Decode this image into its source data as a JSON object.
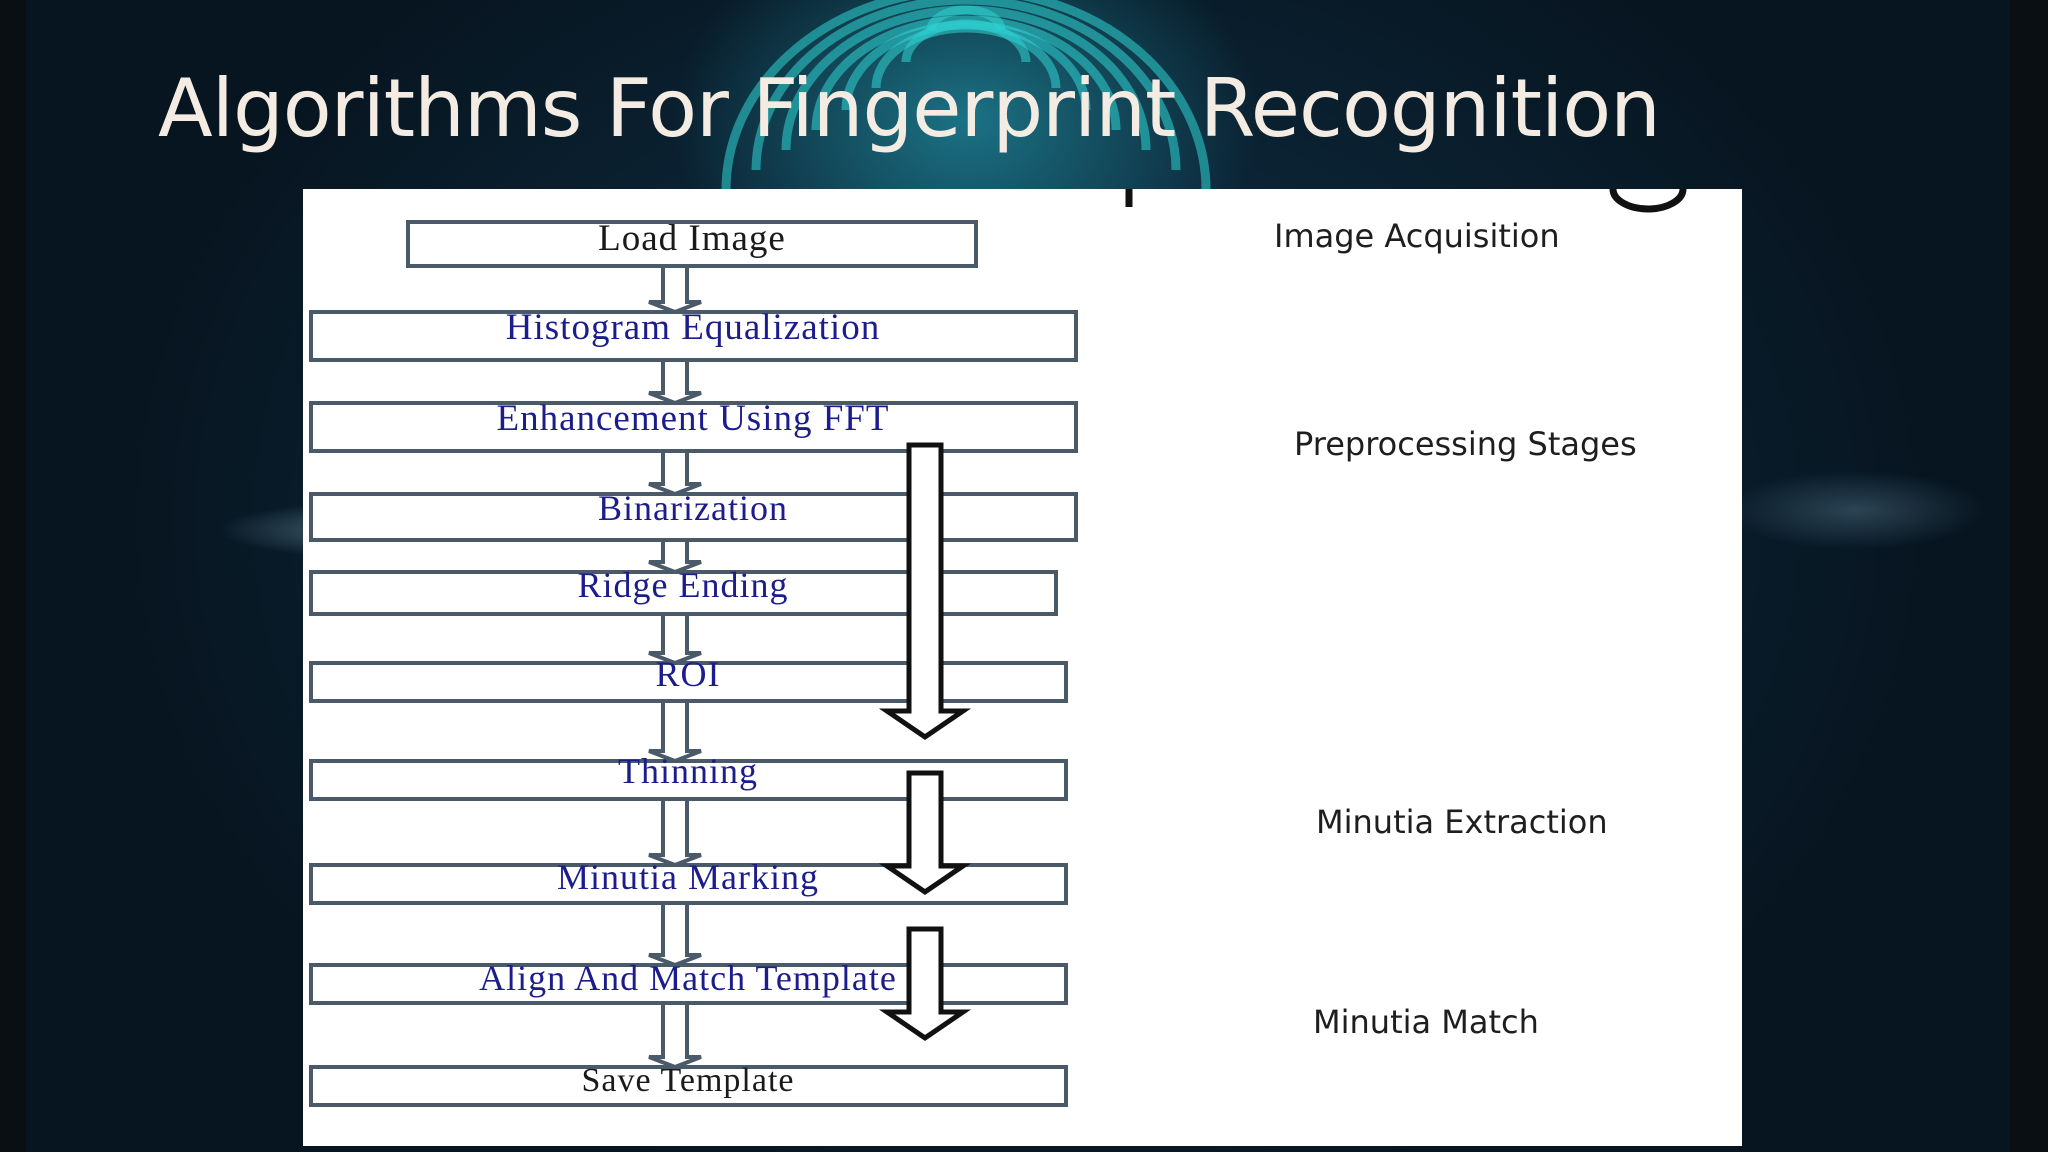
{
  "slide": {
    "title": "Algorithms For Fingerprint Recognition"
  },
  "flowchart": {
    "steps": [
      {
        "label": "Load Image",
        "color": "#1a1a1a"
      },
      {
        "label": "Histogram Equalization",
        "color": "#1c1c8c"
      },
      {
        "label": "Enhancement Using FFT",
        "color": "#1c1c8c"
      },
      {
        "label": "Binarization",
        "color": "#1c1c8c"
      },
      {
        "label": "Ridge Ending",
        "color": "#1c1c8c"
      },
      {
        "label": "ROI",
        "color": "#1c1c8c"
      },
      {
        "label": "Thinning",
        "color": "#1c1c8c"
      },
      {
        "label": "Minutia Marking",
        "color": "#1c1c8c"
      },
      {
        "label": "Align And Match Template",
        "color": "#1c1c8c"
      },
      {
        "label": "Save Template",
        "color": "#1a1a1a"
      }
    ],
    "stages": [
      {
        "label": "Image Acquisition"
      },
      {
        "label": "Preprocessing Stages"
      },
      {
        "label": "Minutia Extraction"
      },
      {
        "label": "Minutia Match"
      }
    ]
  },
  "colors": {
    "box_border": "#4b5a68",
    "accent_teal": "#2fd3d3",
    "title_text": "#f4ece2"
  }
}
